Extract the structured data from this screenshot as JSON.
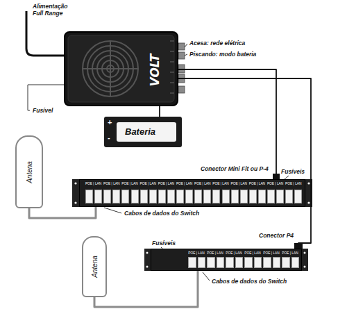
{
  "diagram": {
    "nodes": [
      {
        "text": [
          "VOLT"
        ]
      },
      {
        "text": [
          "+",
          "Bateria",
          "-"
        ]
      },
      {
        "text": [
          "Antena"
        ]
      },
      {
        "text": [
          "POE | LAN",
          "POE | LAN",
          "POE | LAN",
          "POE | LAN",
          "POE | LAN",
          "POE | LAN",
          "POE | LAN",
          "POE | LAN",
          "POE | LAN",
          "POE | LAN",
          "POE | LAN",
          "POE | LAN"
        ]
      },
      {
        "text": [
          "Antena"
        ]
      },
      {
        "text": [
          "POE | LAN",
          "POE | LAN",
          "POE | LAN",
          "POE | LAN",
          "POE | LAN",
          "POE | LAN"
        ]
      }
    ],
    "edges": [
      {
        "from": 0,
        "to": 3,
        "arrow": "none"
      },
      {
        "from": 0,
        "to": 5,
        "arrow": "none"
      },
      {
        "from": 0,
        "to": 1,
        "arrow": "none"
      },
      {
        "from": 2,
        "to": 3,
        "arrow": "none"
      },
      {
        "from": 4,
        "to": 5,
        "arrow": "none"
      }
    ],
    "labels": [
      "Alimentação Full Range",
      "Acesa: rede elétrica",
      "Piscando: modo bateria",
      "Fusível",
      "Conector Mini Fit ou P-4",
      "Fusíveis",
      "Cabos de dados do Switch",
      "Conector P4",
      "Fusíveis",
      "Cabos de dados do Switch"
    ]
  }
}
